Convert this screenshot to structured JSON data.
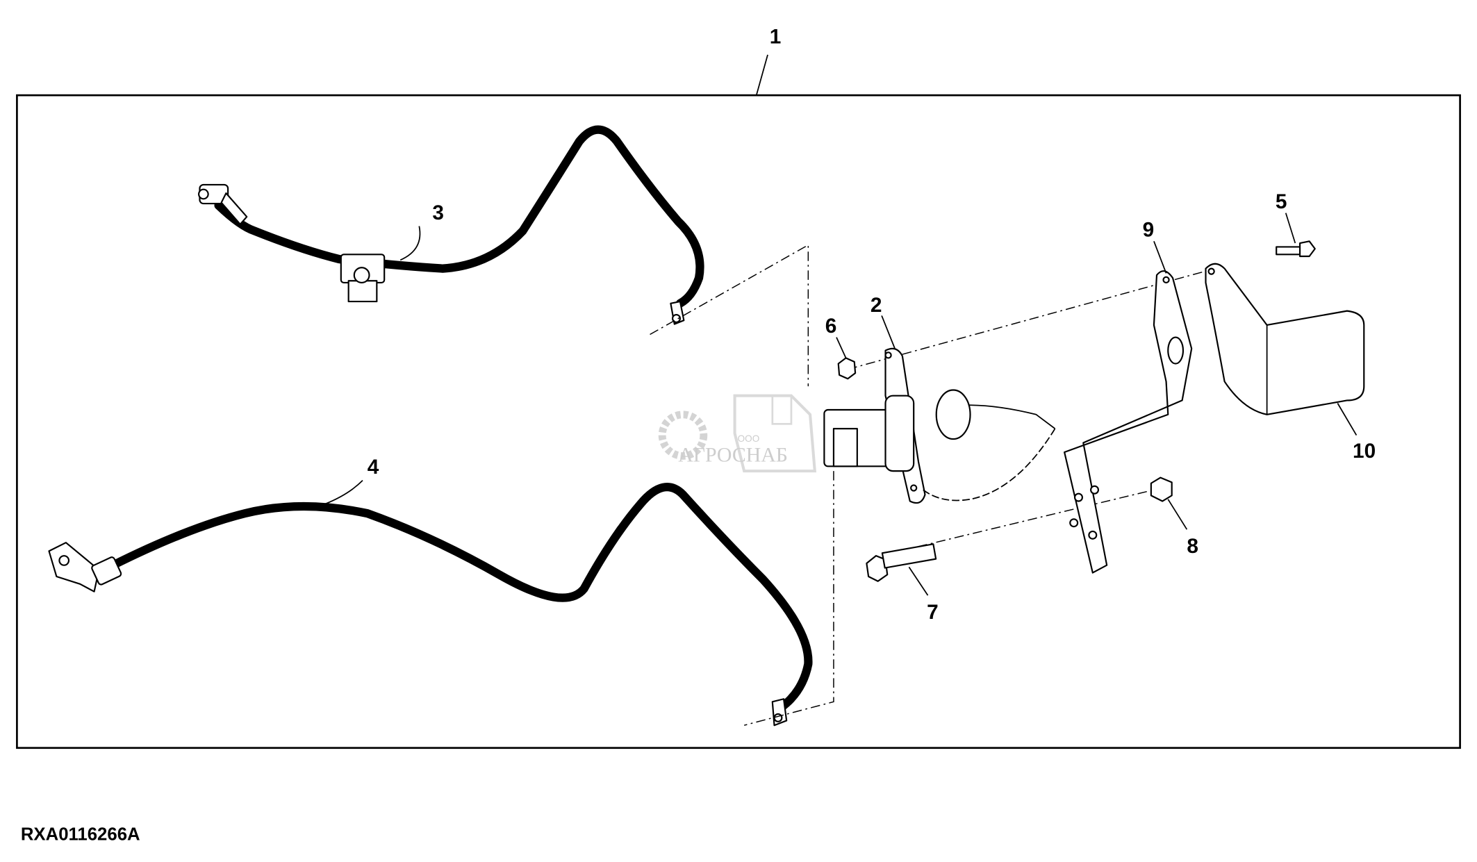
{
  "diagram": {
    "callouts": [
      "1",
      "2",
      "3",
      "4",
      "5",
      "6",
      "7",
      "8",
      "9",
      "10"
    ],
    "figure_code": "RXA0116266A",
    "watermark": {
      "prefix": "ООО",
      "name": "АГРОСНАБ"
    },
    "colors": {
      "line": "#000000",
      "background": "#ffffff",
      "watermark": "#c8c8c8"
    }
  }
}
